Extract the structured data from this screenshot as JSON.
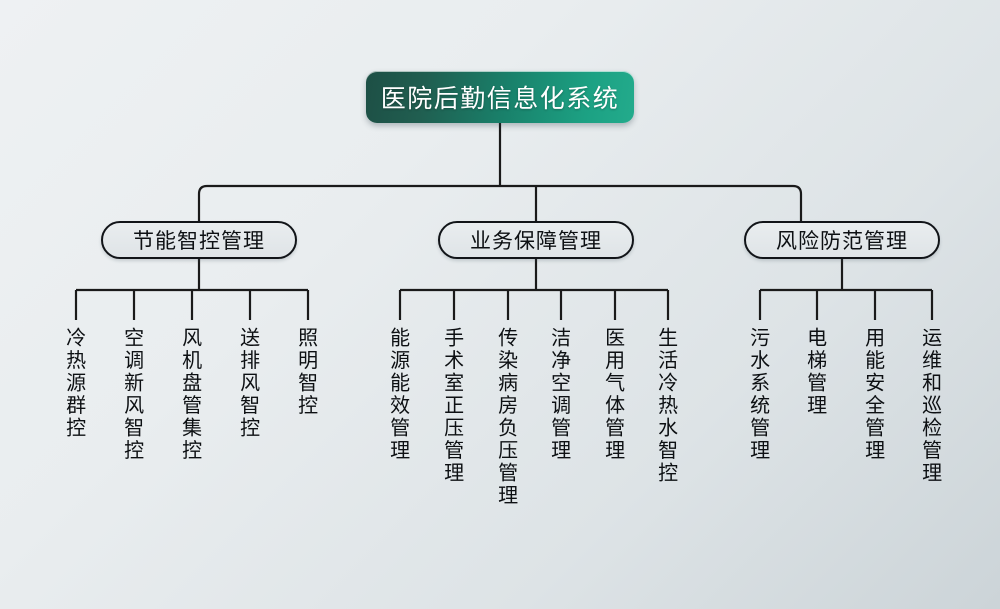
{
  "diagram": {
    "type": "org-chart",
    "title": "医院后勤信息化系统",
    "orientation": "top-down",
    "colors": {
      "root_gradient_start": "#1d4f45",
      "root_gradient_end": "#23ab8c",
      "root_text": "#ffffff",
      "node_fill": "#e5e9ec",
      "node_border": "#111418",
      "node_text": "#0d1013",
      "connector": "#1a1a1a",
      "background_start": "#eef1f3",
      "background_end": "#ccd4d8"
    },
    "root": {
      "label": "医院后勤信息化系统"
    },
    "branches": [
      {
        "label": "节能智控管理",
        "leaves": [
          {
            "label": "冷热源群控"
          },
          {
            "label": "空调新风智控"
          },
          {
            "label": "风机盘管集控"
          },
          {
            "label": "送排风智控"
          },
          {
            "label": "照明智控"
          }
        ]
      },
      {
        "label": "业务保障管理",
        "leaves": [
          {
            "label": "能源能效管理"
          },
          {
            "label": "手术室正压管理"
          },
          {
            "label": "传染病房负压管理"
          },
          {
            "label": "洁净空调管理"
          },
          {
            "label": "医用气体管理"
          },
          {
            "label": "生活冷热水智控"
          }
        ]
      },
      {
        "label": "风险防范管理",
        "leaves": [
          {
            "label": "污水系统管理"
          },
          {
            "label": "电梯管理"
          },
          {
            "label": "用能安全管理"
          },
          {
            "label": "运维和巡检管理"
          }
        ]
      }
    ]
  }
}
